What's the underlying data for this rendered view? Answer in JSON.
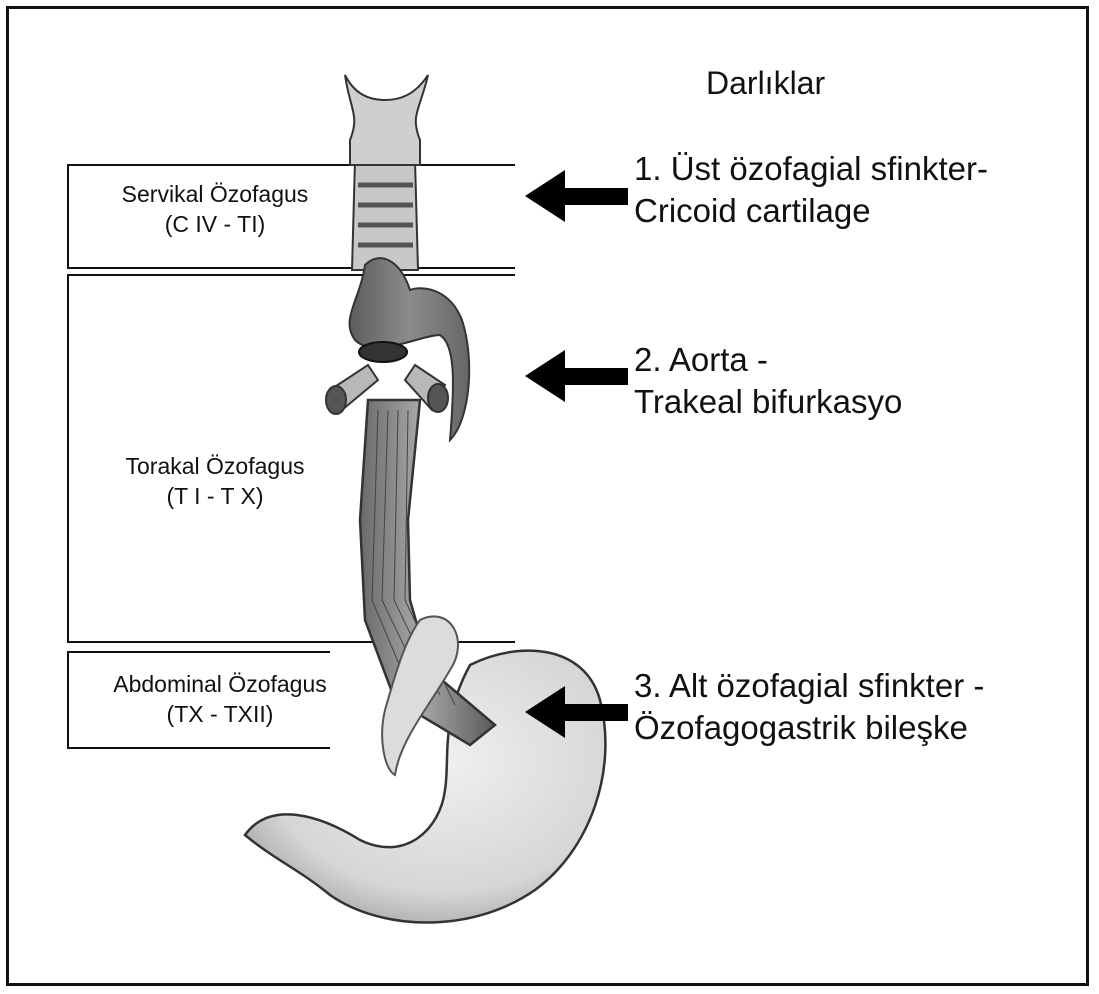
{
  "title": "Darlıklar",
  "regions": [
    {
      "name": "Servikal Özofagus",
      "range": "(C IV - TI)"
    },
    {
      "name": "Torakal Özofagus",
      "range": "(T I - T X)"
    },
    {
      "name": "Abdominal Özofagus",
      "range": "(TX - TXII)"
    }
  ],
  "strictures": [
    {
      "line1": "1. Üst özofagial sfinkter-",
      "line2": "Cricoid cartilage"
    },
    {
      "line1": "2. Aorta -",
      "line2": "Trakeal bifurkasyo"
    },
    {
      "line1": "3. Alt özofagial sfinkter -",
      "line2": "Özofagogastrik bileşke"
    }
  ]
}
